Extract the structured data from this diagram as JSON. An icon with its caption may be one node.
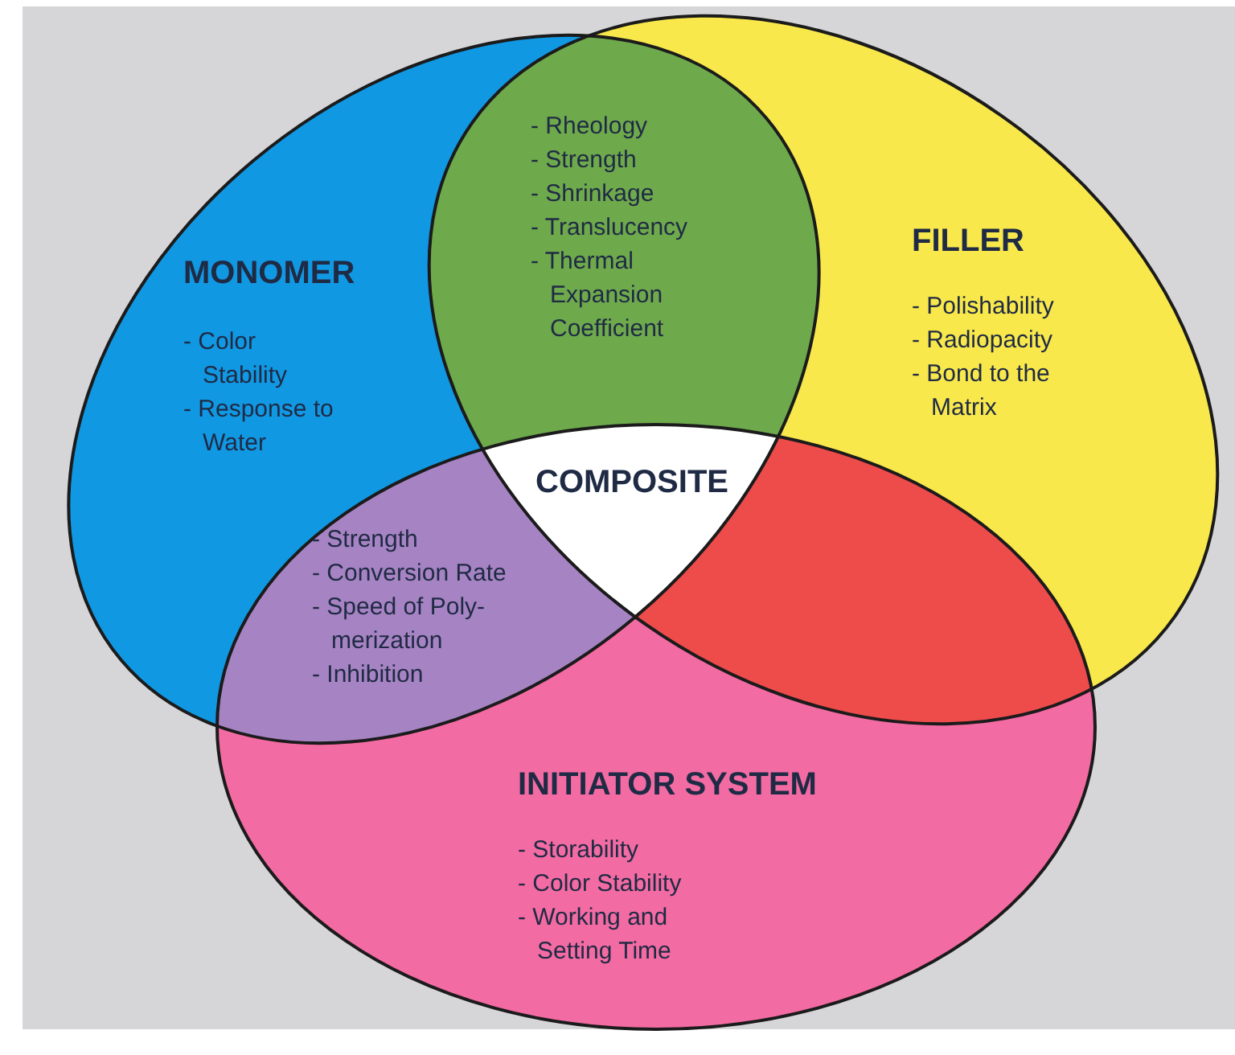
{
  "diagram": {
    "nodes": [
      {
        "text": [
          "MONOMER",
          "- Color Stability",
          "- Response to Water"
        ]
      },
      {
        "text": [
          "FILLER",
          "- Polishability",
          "- Radiopacity",
          "- Bond to the Matrix"
        ]
      },
      {
        "text": [
          "INITIATOR SYSTEM",
          "- Storability",
          "- Color Stability",
          "- Working and Setting Time"
        ]
      },
      {
        "text": [
          "- Rheology",
          "- Strength",
          "- Shrinkage",
          "- Translucency",
          "- Thermal Expansion Coefficient"
        ]
      },
      {
        "text": [
          "COMPOSITE"
        ]
      },
      {
        "text": [
          "- Strength",
          "- Conversion Rate",
          "- Speed of Poly- merization",
          "- Inhibition"
        ]
      }
    ],
    "edges": []
  }
}
